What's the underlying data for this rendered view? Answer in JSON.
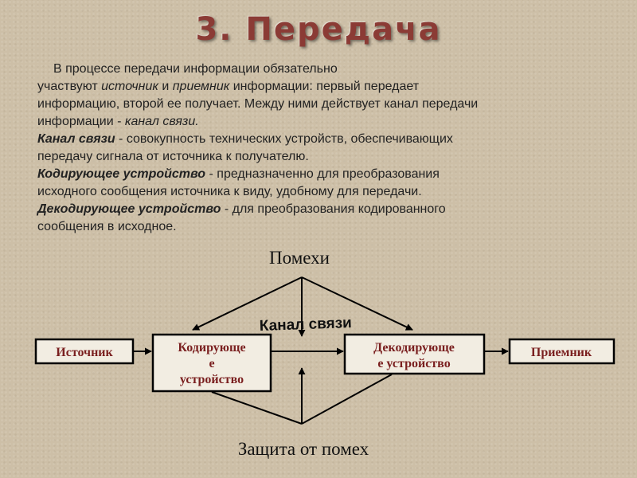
{
  "slide": {
    "title": "3. Передача"
  },
  "text": {
    "p1": {
      "l1": "В процессе передачи информации обязательно",
      "l2a": "участвуют ",
      "l2b": "источник",
      "l2c": " и ",
      "l2d": "приемник",
      "l2e": " информации: первый передает",
      "l3": "информацию, второй ее получает. Между ними действует канал передачи",
      "l4a": "информации - ",
      "l4b": "канал связи."
    },
    "p2": {
      "term": "Канал связи",
      "l1": " - совокупность технических устройств, обеспечивающих",
      "l2": "передачу сигнала от источника к получателю."
    },
    "p3": {
      "term": "Кодирующее устройство",
      "l1": " - предназначенно для преобразования",
      "l2": "исходного сообщения источника к виду, удобному для передачи."
    },
    "p4": {
      "term": "Декодирующее устройство",
      "l1": " - для преобразования кодированного",
      "l2": "сообщения в исходное."
    }
  },
  "diagram": {
    "noise_label": "Помехи",
    "channel_label": "Канал связи",
    "protection_label": "Защита от помех",
    "source_label": "Источник",
    "encoder_lines": [
      "Кодирующе",
      "е",
      "устройство"
    ],
    "decoder_lines": [
      "Декодирующе",
      "е устройство"
    ],
    "receiver_label": "Приемник",
    "colors": {
      "line": "#000000",
      "box_fill": "#f2ede2",
      "box_text": "#7a1f1f"
    }
  }
}
